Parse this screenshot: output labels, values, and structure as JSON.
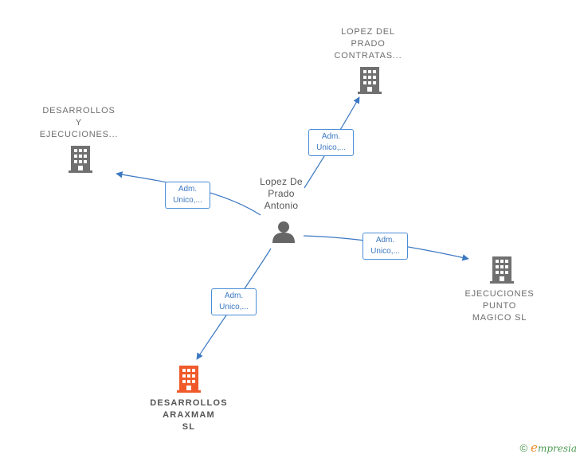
{
  "colors": {
    "edge": "#3b78c2",
    "company_icon": "#707070",
    "main_company_icon": "#f05a2a",
    "person_icon": "#666666"
  },
  "center": {
    "lines": [
      "Lopez De",
      "Prado",
      "Antonio"
    ],
    "icon": "person-icon"
  },
  "companies": [
    {
      "id": "top",
      "lines": [
        "LOPEZ DEL",
        "PRADO",
        "CONTRATAS..."
      ],
      "icon": "building-icon"
    },
    {
      "id": "left",
      "lines": [
        "DESARROLLOS",
        "Y",
        "EJECUCIONES..."
      ],
      "icon": "building-icon"
    },
    {
      "id": "right",
      "lines": [
        "EJECUCIONES",
        "PUNTO",
        "MAGICO  SL"
      ],
      "icon": "building-icon"
    },
    {
      "id": "bottom",
      "lines": [
        "DESARROLLOS",
        "ARAXMAM",
        "SL"
      ],
      "icon": "building-icon",
      "highlight": true
    }
  ],
  "edges": [
    {
      "to": "top",
      "lines": [
        "Adm.",
        "Unico,..."
      ]
    },
    {
      "to": "left",
      "lines": [
        "Adm.",
        "Unico,..."
      ]
    },
    {
      "to": "right",
      "lines": [
        "Adm.",
        "Unico,..."
      ]
    },
    {
      "to": "bottom",
      "lines": [
        "Adm.",
        "Unico,..."
      ]
    }
  ],
  "brand": {
    "copyright": "©",
    "initial": "e",
    "rest": "mpresia"
  }
}
